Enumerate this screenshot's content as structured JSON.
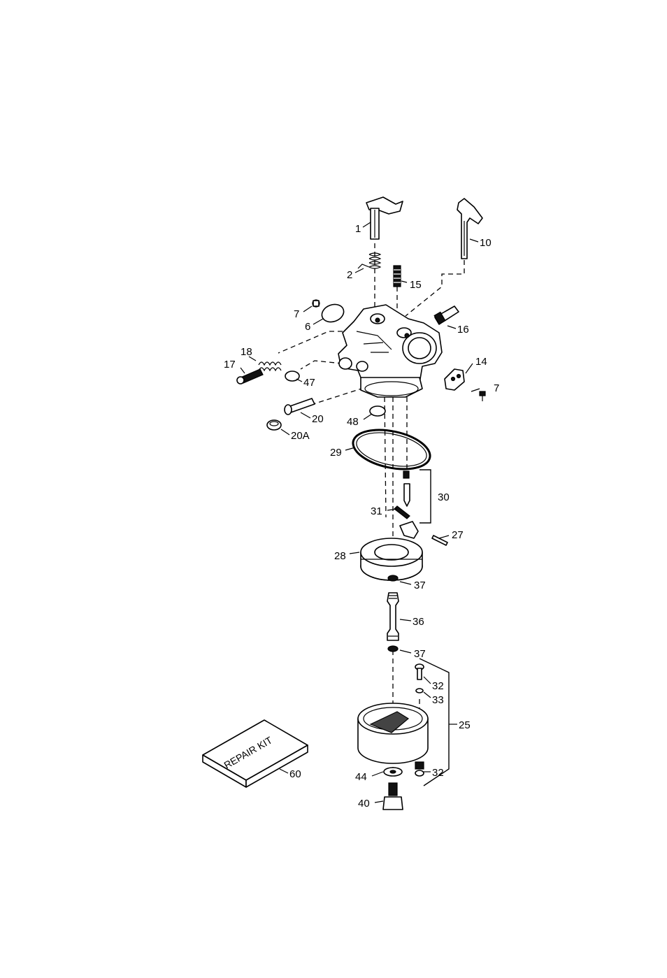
{
  "labels": {
    "l1": "1",
    "l2": "2",
    "l10": "10",
    "l15": "15",
    "l7a": "7",
    "l6": "6",
    "l16": "16",
    "l18": "18",
    "l17": "17",
    "l14": "14",
    "l7b": "7",
    "l47": "47",
    "l20": "20",
    "l48": "48",
    "l20a": "20A",
    "l29": "29",
    "l30": "30",
    "l31": "31",
    "l27": "27",
    "l28": "28",
    "l37a": "37",
    "l36": "36",
    "l37b": "37",
    "l32a": "32",
    "l33": "33",
    "l25": "25",
    "l44": "44",
    "l32b": "32",
    "l40": "40",
    "l60": "60"
  },
  "repair_kit": "REPAIR KIT"
}
